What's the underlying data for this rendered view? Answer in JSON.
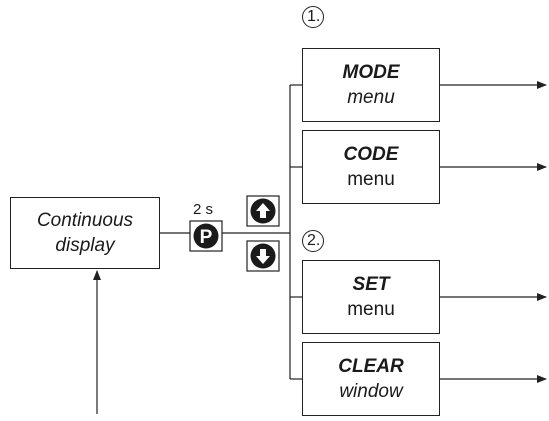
{
  "diagram": {
    "start": {
      "line1": "Continuous",
      "line2": "display"
    },
    "timing_label": "2 s",
    "buttons": [
      {
        "icon": "p-button-icon",
        "symbol": "P"
      },
      {
        "icon": "up-arrow-button-icon"
      },
      {
        "icon": "down-arrow-button-icon"
      }
    ],
    "groups": [
      {
        "marker": "1."
      },
      {
        "marker": "2."
      }
    ],
    "menus": [
      {
        "title": "MODE",
        "subtitle": "menu"
      },
      {
        "title": "CODE",
        "subtitle": "menu"
      },
      {
        "title": "SET",
        "subtitle": "menu"
      },
      {
        "title": "CLEAR",
        "subtitle": "window"
      }
    ]
  },
  "colors": {
    "line": "#222222",
    "button_fill": "#1a1a1a",
    "background": "#ffffff"
  }
}
